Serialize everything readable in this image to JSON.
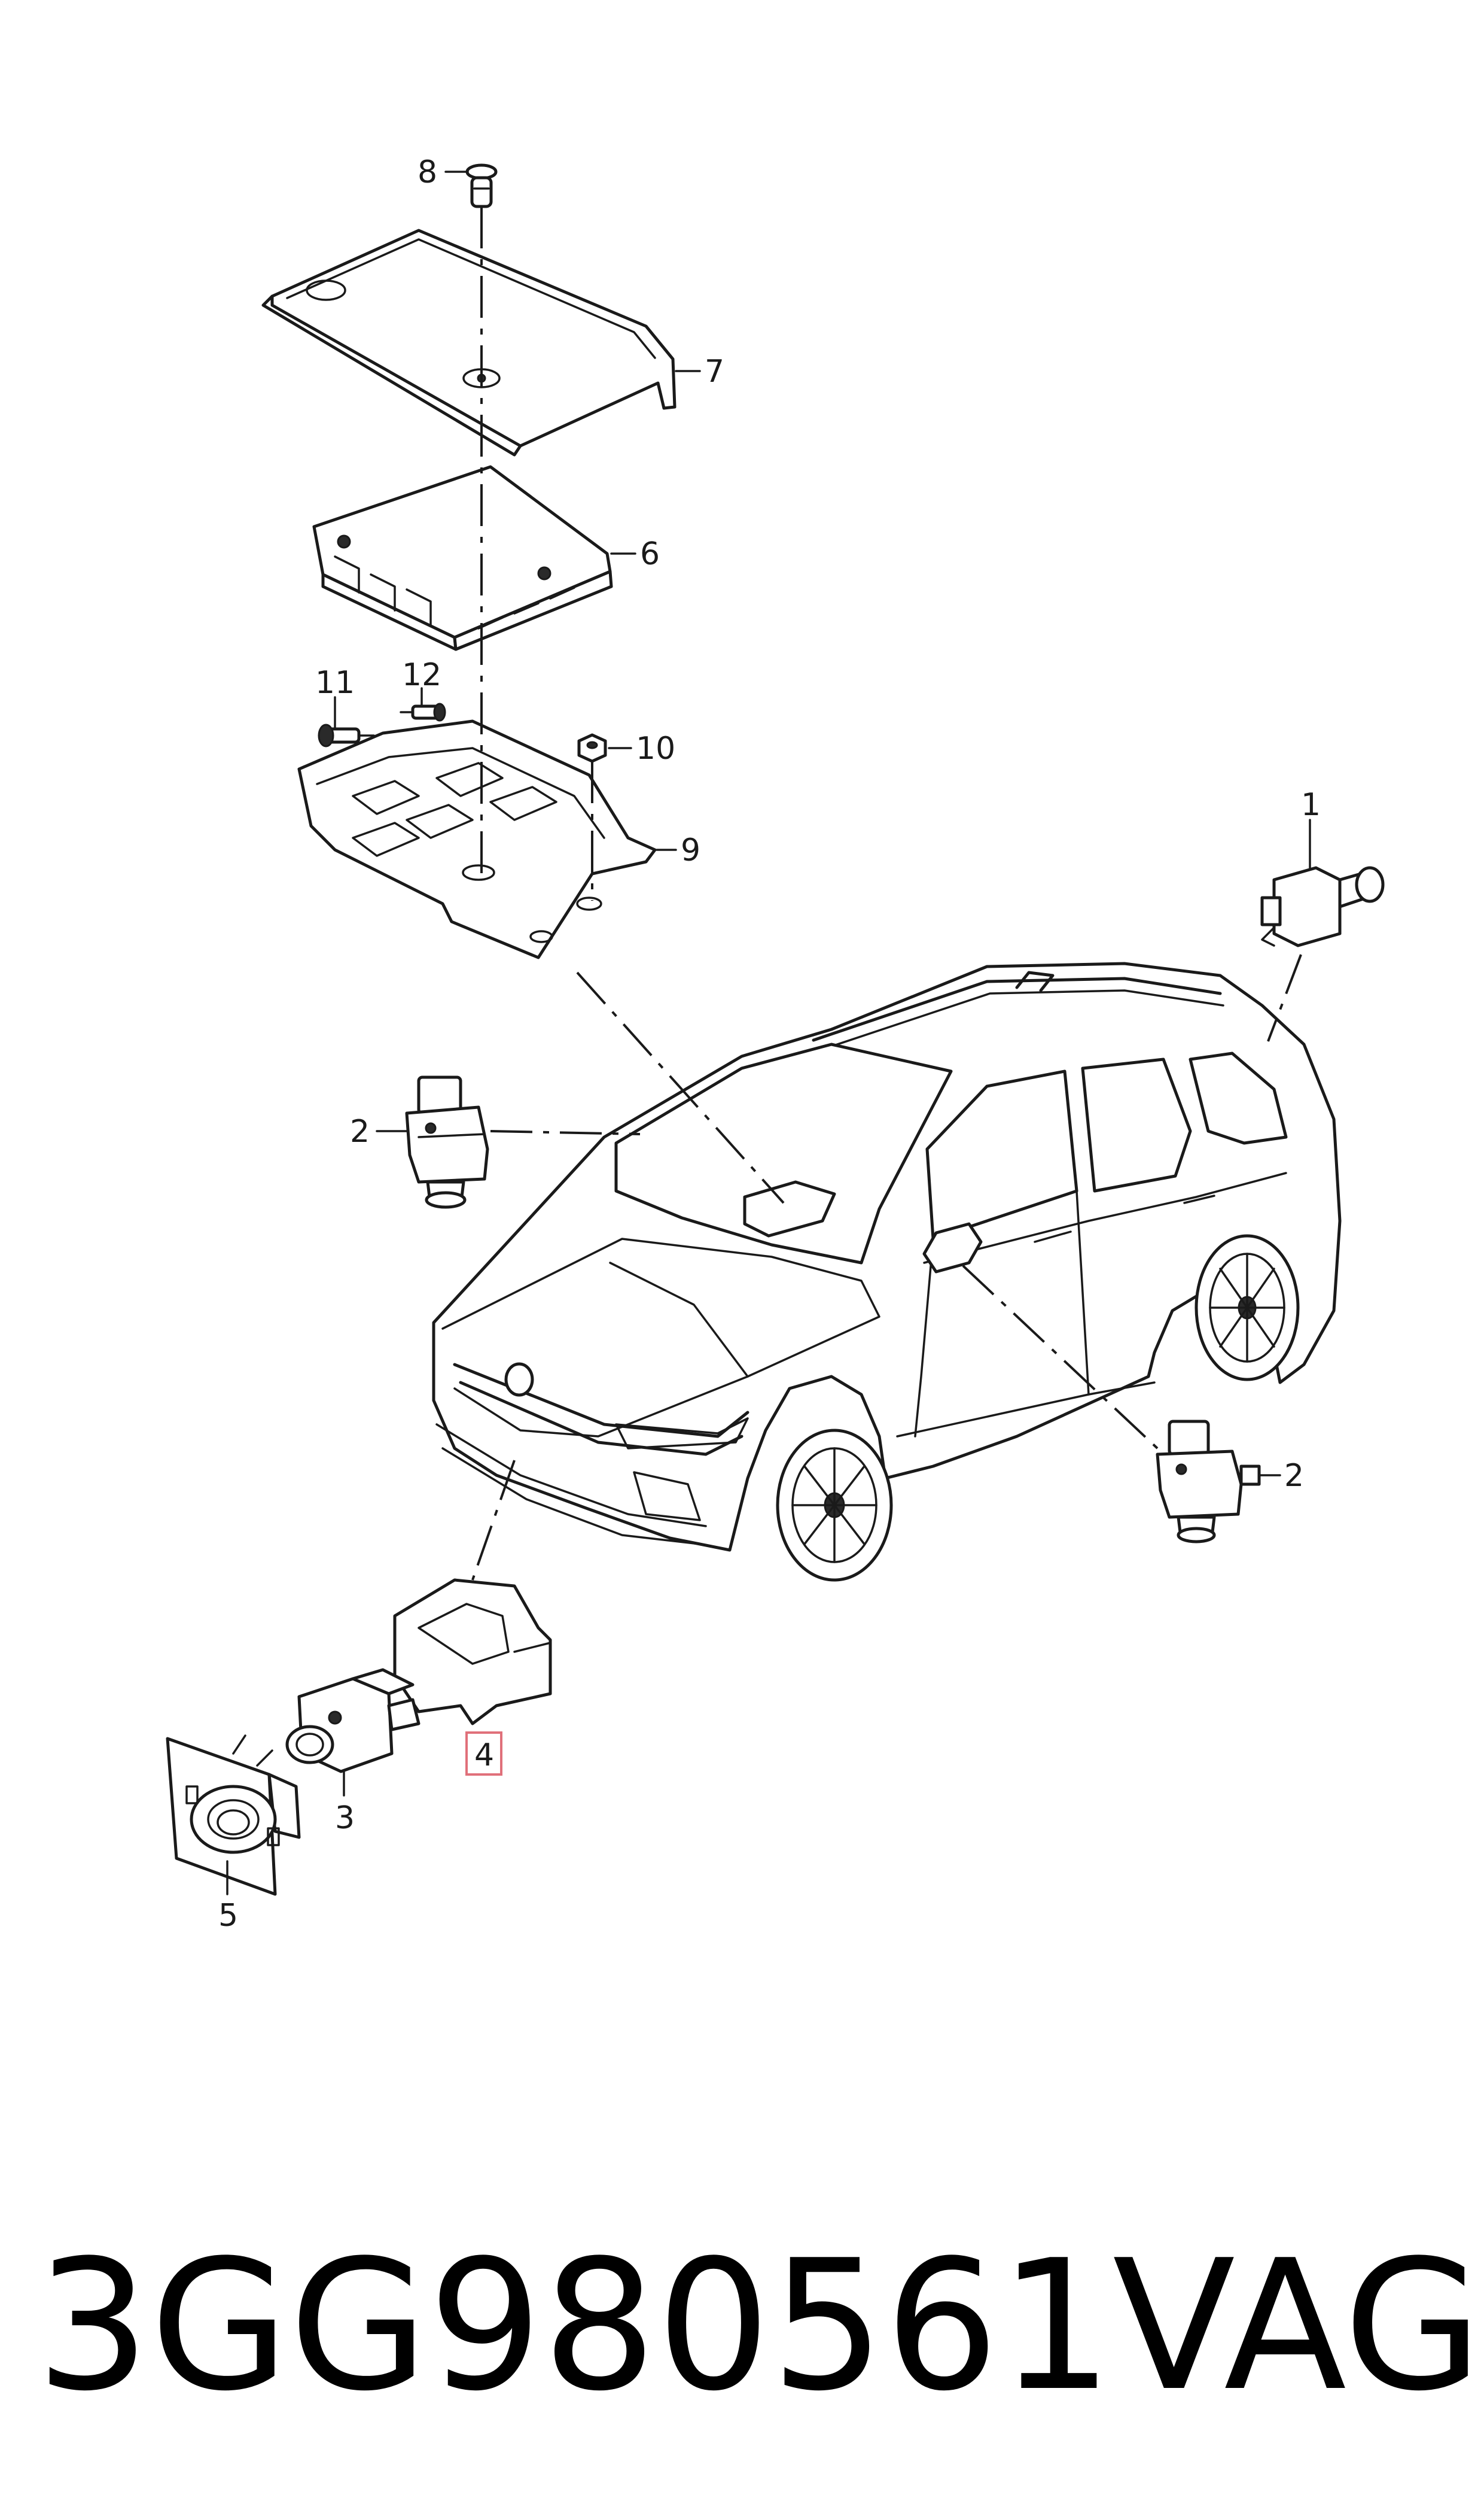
{
  "callouts": [
    "1",
    "2",
    "2",
    "3",
    "4",
    "5",
    "6",
    "7",
    "8",
    "9",
    "10",
    "11",
    "12"
  ],
  "highlighted_callout": "4",
  "part_number": "3GG980561",
  "brand": "VAG",
  "colors": {
    "line": "#1a1a1a",
    "highlight_box": "#e0707a",
    "background": "#ffffff"
  }
}
